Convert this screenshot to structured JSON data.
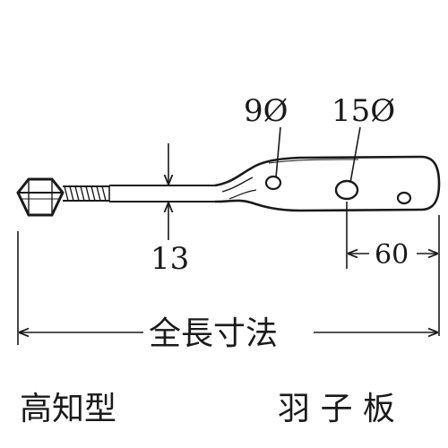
{
  "labels": {
    "hole_small": "9Ø",
    "hole_large": "15Ø",
    "shaft_dimension": "13",
    "hole_spacing": "60",
    "overall_length": "全長寸法",
    "type_name": "高知型",
    "part_name": "羽 子 板"
  },
  "colors": {
    "ink": "#1a1a1a",
    "background": "#ffffff"
  }
}
